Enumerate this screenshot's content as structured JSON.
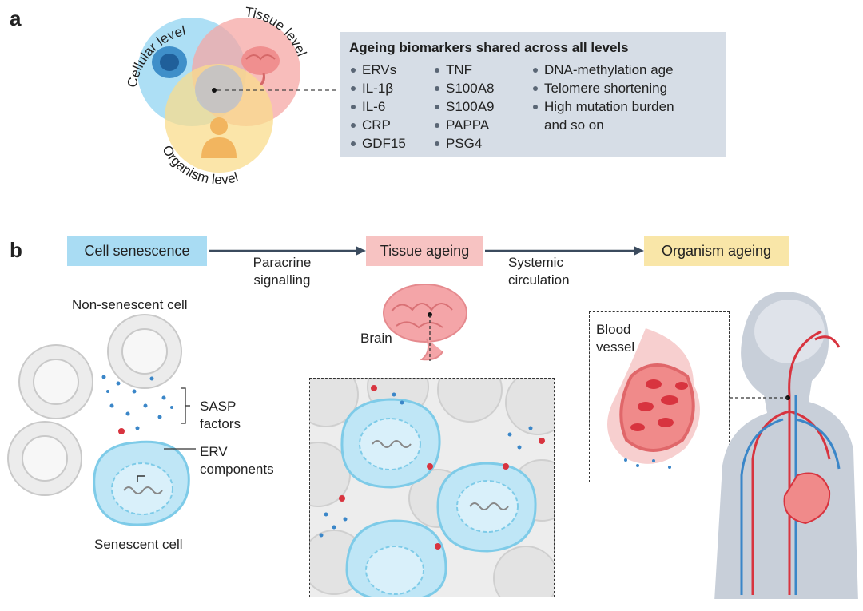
{
  "panel_a": {
    "letter": "a",
    "venn_labels": {
      "cellular": "Cellular level",
      "tissue": "Tissue level",
      "organism": "Organism level"
    },
    "box": {
      "title": "Ageing biomarkers shared  across all levels",
      "col1": [
        "ERVs",
        "IL-1β",
        "IL-6",
        "CRP",
        "GDF15"
      ],
      "col2": [
        "TNF",
        "S100A8",
        "S100A9",
        "PAPPA",
        "PSG4"
      ],
      "col3": [
        "DNA-methylation age",
        "Telomere shortening",
        "High mutation burden"
      ],
      "col3_cont": "and so on"
    }
  },
  "panel_b": {
    "letter": "b",
    "stages": [
      "Cell senescence",
      "Tissue ageing",
      "Organism ageing"
    ],
    "stage_colors": [
      "#a9dcf3",
      "#f7c3c2",
      "#f9e6a8"
    ],
    "arrow_labels": [
      [
        "Paracrine",
        "signalling"
      ],
      [
        "Systemic",
        "circulation"
      ]
    ],
    "labels": {
      "non_senescent": "Non-senescent cell",
      "sasp": [
        "SASP",
        "factors"
      ],
      "erv": [
        "ERV",
        "components"
      ],
      "senescent": "Senescent cell",
      "brain": "Brain",
      "blood_vessel": [
        "Blood",
        "vessel"
      ]
    }
  },
  "colors": {
    "cell_blue": "#bfe6f6",
    "cell_outline": "#7ecbe8",
    "grey_cell": "#e9e9e9",
    "brain_pink": "#f4a5a8",
    "artery_red": "#d8343f",
    "vein_blue": "#3a86c8",
    "body_grey": "#c8cfd9",
    "arrow": "#3b4b5e"
  }
}
